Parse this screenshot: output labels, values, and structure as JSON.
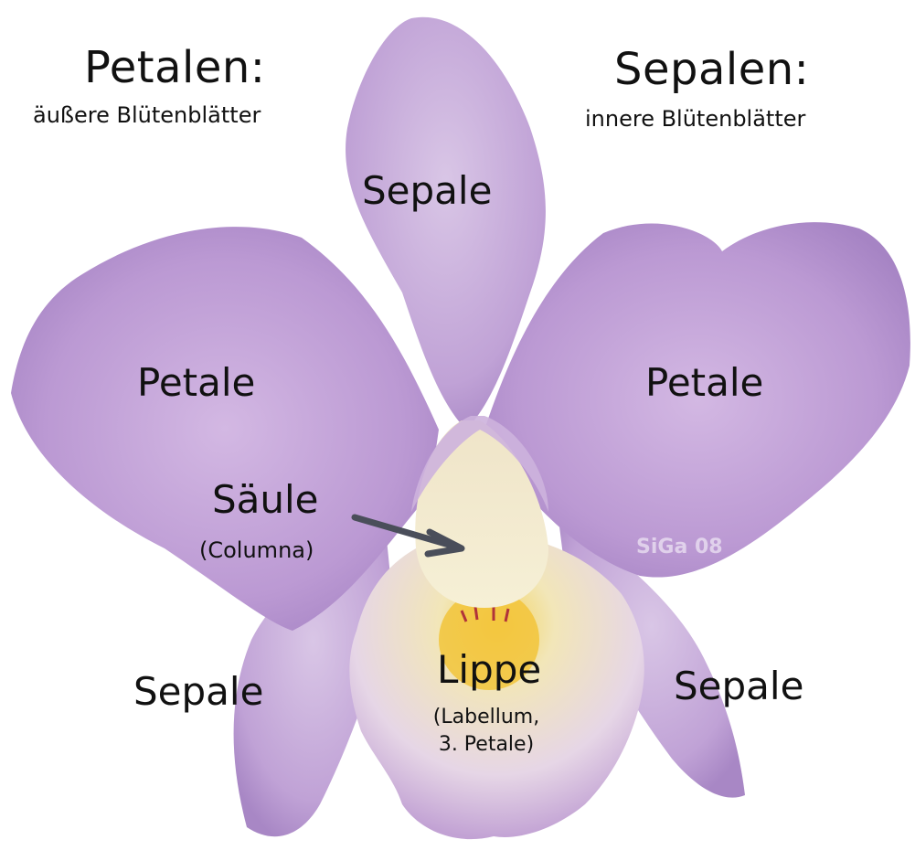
{
  "header": {
    "petalen_title": "Petalen:",
    "petalen_subtitle": "äußere Blütenblätter",
    "sepalen_title": "Sepalen:",
    "sepalen_subtitle": "innere Blütenblätter"
  },
  "labels": {
    "sepale_top": "Sepale",
    "petale_left": "Petale",
    "petale_right": "Petale",
    "saeule": "Säule",
    "columna": "(Columna)",
    "sepale_bottom_left": "Sepale",
    "sepale_bottom_right": "Sepale",
    "lippe": "Lippe",
    "lippe_note_line1": "(Labellum,",
    "lippe_note_line2": "3. Petale)"
  },
  "watermark": "SiGa 08",
  "colors": {
    "petal_light": "#c7a9da",
    "petal_mid": "#b28fcc",
    "petal_dark": "#a07cbf",
    "lip_cream": "#f3ecce",
    "lip_yellow": "#f2c43a",
    "arrow": "#4a4e5a"
  }
}
